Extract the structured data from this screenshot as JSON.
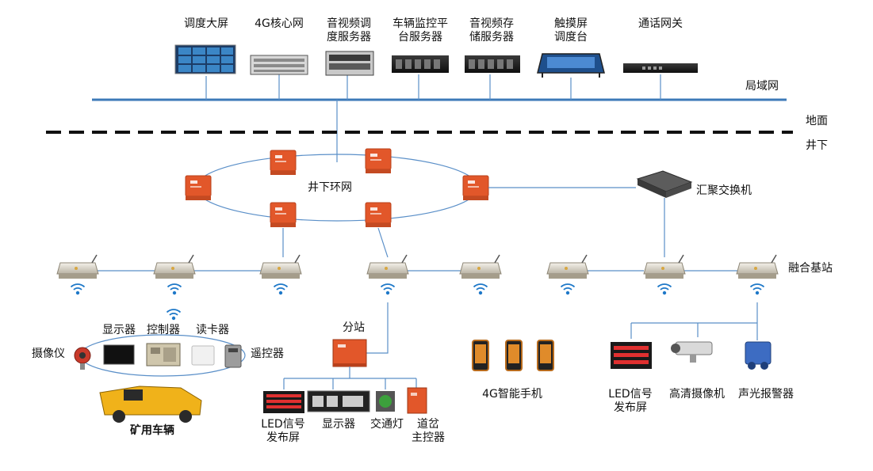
{
  "ground": {
    "devices": [
      {
        "label_line1": "调度大屏",
        "label_line2": "",
        "icon": "display-wall-icon"
      },
      {
        "label_line1": "4G核心网",
        "label_line2": "",
        "icon": "server-rack-icon"
      },
      {
        "label_line1": "音视频调",
        "label_line2": "度服务器",
        "icon": "server-rack-icon"
      },
      {
        "label_line1": "车辆监控平",
        "label_line2": "台服务器",
        "icon": "server-rack-icon"
      },
      {
        "label_line1": "音视频存",
        "label_line2": "储服务器",
        "icon": "server-rack-icon"
      },
      {
        "label_line1": "触摸屏",
        "label_line2": "调度台",
        "icon": "touch-console-icon"
      },
      {
        "label_line1": "通话网关",
        "label_line2": "",
        "icon": "gateway-icon"
      }
    ],
    "lan_label": "局域网"
  },
  "boundary": {
    "above": "地面",
    "below": "井下"
  },
  "ring": {
    "label": "井下环网",
    "switch_label": "汇聚交换机"
  },
  "base_station_label": "融合基站",
  "vehicle": {
    "display": "显示器",
    "controller": "控制器",
    "card_reader": "读卡器",
    "camera": "摄像仪",
    "remote": "遥控器",
    "name": "矿用车辆"
  },
  "substation": {
    "label": "分站",
    "devices": [
      {
        "label_line1": "LED信号",
        "label_line2": "发布屏"
      },
      {
        "label_line1": "显示器",
        "label_line2": ""
      },
      {
        "label_line1": "交通灯",
        "label_line2": ""
      },
      {
        "label_line1": "道岔",
        "label_line2": "主控器"
      }
    ]
  },
  "phone_label": "4G智能手机",
  "right_devices": [
    {
      "label_line1": "LED信号",
      "label_line2": "发布屏"
    },
    {
      "label_line1": "高清摄像机",
      "label_line2": ""
    },
    {
      "label_line1": "声光报警器",
      "label_line2": ""
    }
  ],
  "colors": {
    "lan_line": "#3d7ab8",
    "link_line": "#5a8fc8",
    "ring_node": "#e2572a",
    "wifi": "#1e78c8",
    "base_station": "#c9c2b0"
  }
}
